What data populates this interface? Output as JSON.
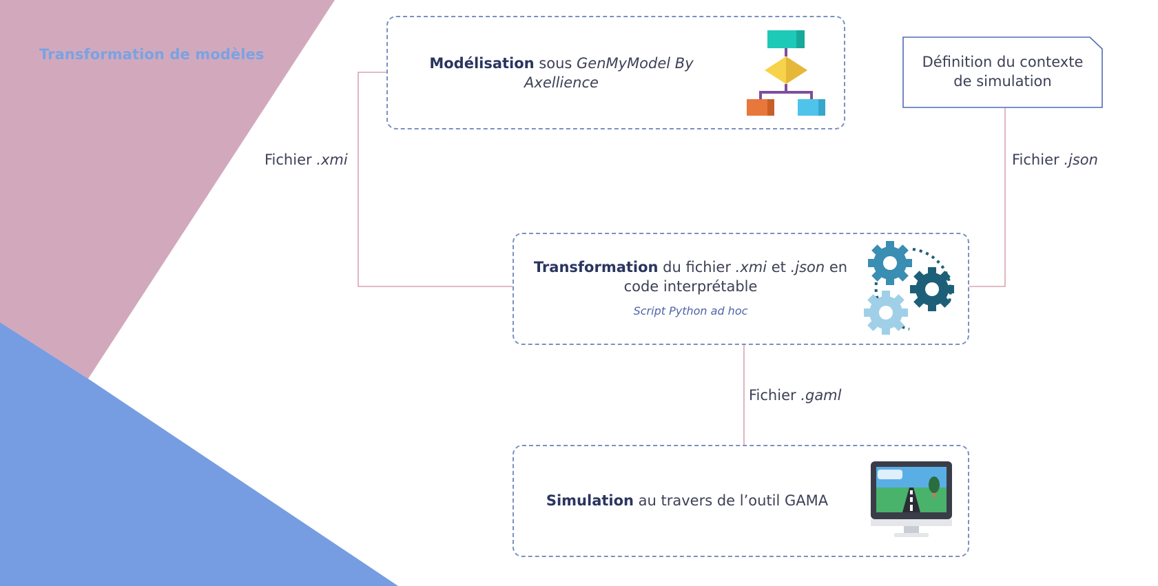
{
  "title": "Transformation de modèles",
  "nodes": {
    "modelisation": {
      "bold": "Modélisation",
      "text": " sous ",
      "italic": "GenMyModel By Axellience"
    },
    "contexte": {
      "line1": "Définition du contexte",
      "line2": "de simulation"
    },
    "transformation": {
      "bold": "Transformation",
      "text1": " du fichier ",
      "ital1": ".xmi",
      "text2": " et ",
      "ital2": ".json",
      "text3": " en code interprétable",
      "sub": "Script Python ad hoc"
    },
    "simulation": {
      "bold": "Simulation",
      "text": " au travers de l’outil GAMA"
    }
  },
  "edges": {
    "xmi": {
      "prefix": "Fichier ",
      "ext": ".xmi"
    },
    "json": {
      "prefix": "Fichier ",
      "ext": ".json"
    },
    "gaml": {
      "prefix": "Fichier ",
      "ext": ".gaml"
    }
  },
  "icons": [
    "flowchart-icon",
    "gears-icon",
    "monitor-road-icon"
  ],
  "colors": {
    "pink": "#d2a9bc",
    "blue": "#769de2",
    "title": "#7aa2e3",
    "dashed": "#7891c2",
    "connector": "#d9a4b1"
  }
}
